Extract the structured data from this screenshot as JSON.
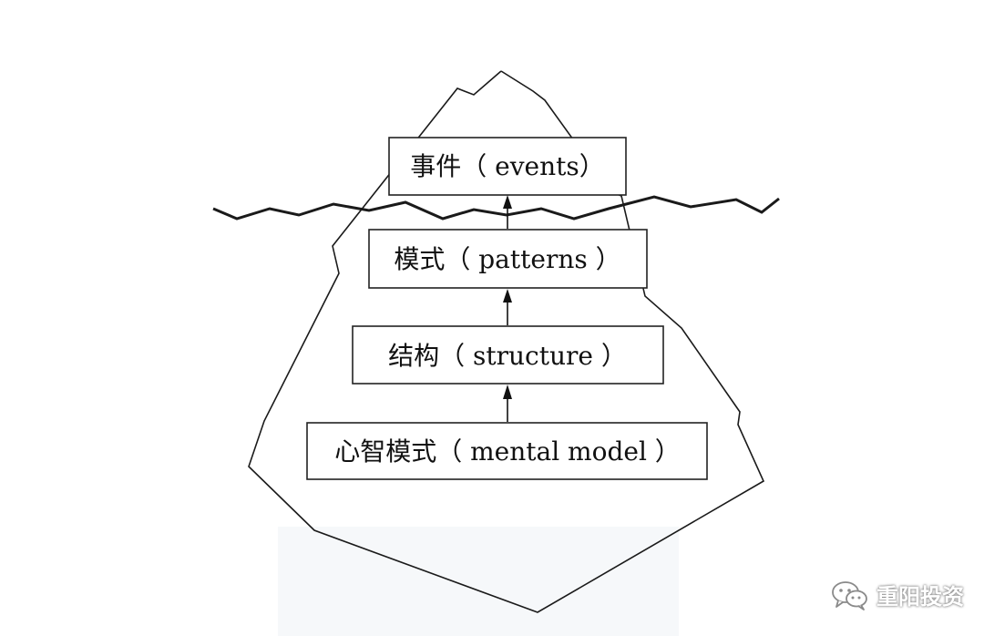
{
  "diagram": {
    "layers": [
      {
        "label": "事件（ events）"
      },
      {
        "label": "模式（ patterns ）"
      },
      {
        "label": "结构（ structure ）"
      },
      {
        "label": "心智模式（ mental model ）"
      }
    ]
  },
  "watermark": {
    "text": "重阳投资",
    "icon": "wechat-icon"
  }
}
